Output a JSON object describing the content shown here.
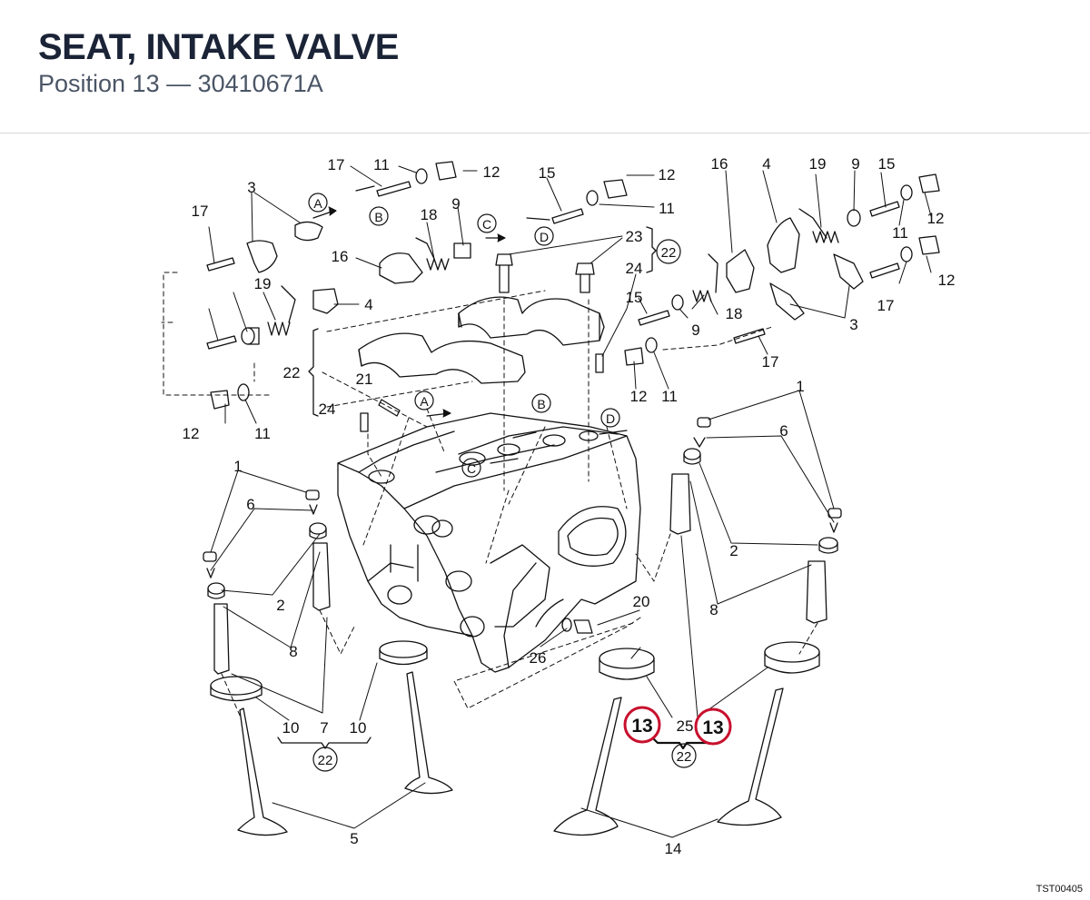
{
  "header": {
    "title": "SEAT, INTAKE VALVE",
    "subtitle": "Position 13 — 30410671A"
  },
  "highlight": {
    "position": "13",
    "color": "#c8102e"
  },
  "callouts": [
    "17",
    "11",
    "12",
    "3",
    "A",
    "B",
    "15",
    "12",
    "11",
    "16",
    "4",
    "19",
    "9",
    "15",
    "12",
    "11",
    "12",
    "17",
    "16",
    "18",
    "9",
    "C",
    "D",
    "23",
    "22",
    "24",
    "15",
    "18",
    "9",
    "19",
    "4",
    "22",
    "17",
    "21",
    "A",
    "B",
    "D",
    "C",
    "24",
    "12",
    "11",
    "12",
    "11",
    "3",
    "17",
    "1",
    "6",
    "1",
    "6",
    "2",
    "2",
    "8",
    "8",
    "20",
    "26",
    "7",
    "10",
    "10",
    "22",
    "13",
    "25",
    "13",
    "22",
    "5",
    "14"
  ],
  "footer": {
    "ref_code": "TST00405"
  }
}
